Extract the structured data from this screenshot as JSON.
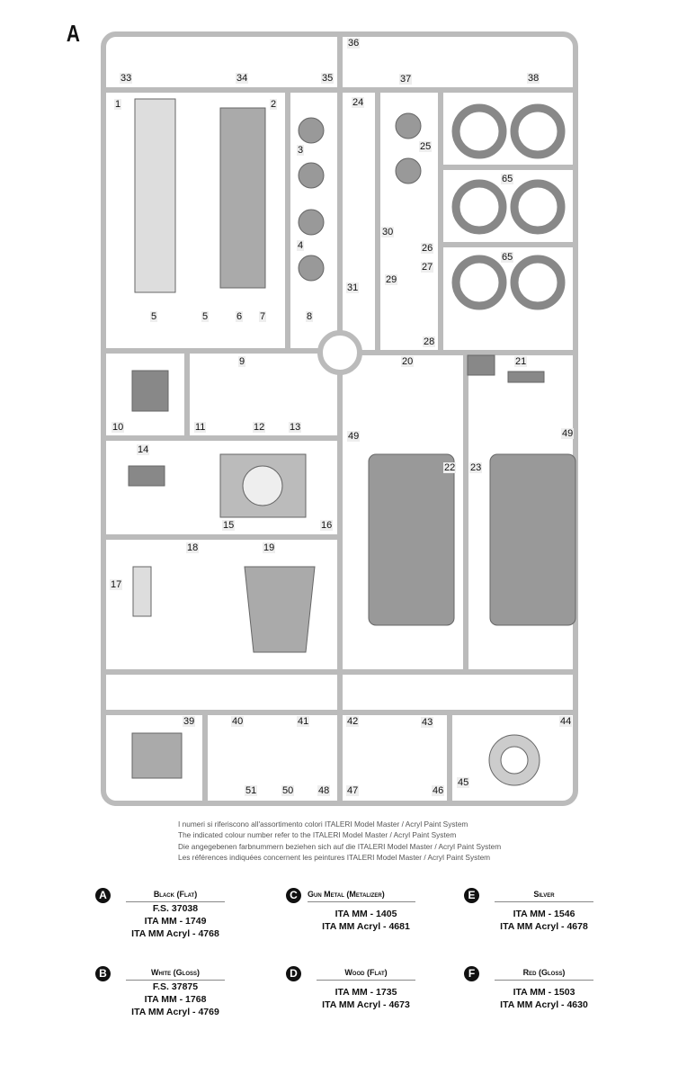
{
  "sheet_letter": "A",
  "parts": [
    "36",
    "33",
    "34",
    "35",
    "37",
    "38",
    "1",
    "2",
    "24",
    "3",
    "25",
    "65",
    "30",
    "4",
    "26",
    "27",
    "29",
    "65",
    "31",
    "5",
    "5",
    "6",
    "7",
    "8",
    "28",
    "9",
    "20",
    "21",
    "10",
    "11",
    "12",
    "13",
    "49",
    "49",
    "14",
    "22",
    "23",
    "15",
    "16",
    "18",
    "19",
    "17",
    "39",
    "40",
    "41",
    "42",
    "43",
    "44",
    "51",
    "50",
    "48",
    "47",
    "46",
    "45"
  ],
  "notes": [
    "I numeri si riferiscono all'assortimento colori ITALERI Model Master / Acryl Paint System",
    "The indicated colour number refer to the ITALERI Model Master / Acryl Paint System",
    "Die angegebenen farbnummern beziehen sich auf die ITALERI Model Master / Acryl Paint System",
    "Les références indiquées concernent les peintures ITALERI Model Master / Acryl Paint System"
  ],
  "colors": [
    {
      "letter": "A",
      "name": "Black (Flat)",
      "fs": "F.S. 37038",
      "mm": "ITA MM - 1749",
      "acryl": "ITA MM Acryl - 4768"
    },
    {
      "letter": "B",
      "name": "White (Gloss)",
      "fs": "F.S. 37875",
      "mm": "ITA MM  - 1768",
      "acryl": "ITA MM Acryl - 4769"
    },
    {
      "letter": "C",
      "name": "Gun Metal (Metalizer)",
      "fs": "",
      "mm": "ITA MM  - 1405",
      "acryl": "ITA MM Acryl - 4681"
    },
    {
      "letter": "D",
      "name": "Wood (Flat)",
      "fs": "",
      "mm": "ITA MM  - 1735",
      "acryl": "ITA MM Acryl - 4673"
    },
    {
      "letter": "E",
      "name": "Silver",
      "fs": "",
      "mm": "ITA MM  - 1546",
      "acryl": "ITA MM Acryl - 4678"
    },
    {
      "letter": "F",
      "name": "Red (Gloss)",
      "fs": "",
      "mm": "ITA MM  - 1503",
      "acryl": "ITA MM Acryl - 4630"
    }
  ]
}
